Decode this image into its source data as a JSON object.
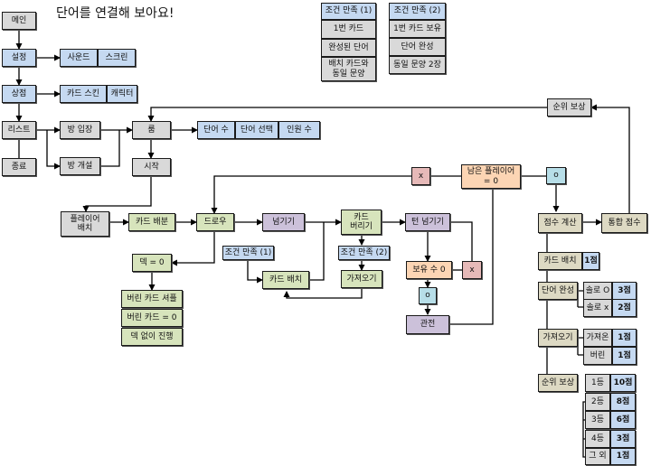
{
  "title": "단어를 연결해 보아요!",
  "nodes": {
    "main": "메인",
    "settings": "설정",
    "sound": "사운드",
    "screen": "스크린",
    "shop": "상점",
    "card_skin": "카드 스킨",
    "character": "캐릭터",
    "list": "리스트",
    "exit": "종료",
    "join_room": "방 입장",
    "create_room": "방 개설",
    "room": "룸",
    "word_count": "단어 수",
    "word_select": "단어 선택",
    "players": "인원 수",
    "start": "시작",
    "player_place": "플레이어\n배치",
    "deal": "카드 배분",
    "draw": "드로우",
    "pass": "넘기기",
    "discard": "카드\n버리기",
    "turn_pass": "턴 넘기기",
    "deck_zero": "덱 = 0",
    "cond1_tag": "조건 만족 (1)",
    "cond2_tag": "조건 만족 (2)",
    "place_card": "카드 배치",
    "take": "가져오기",
    "hold_zero": "보유 수 0",
    "x_hold": "x",
    "o_hold": "o",
    "spectate": "관전",
    "remaining": "남은 플레이어\n= 0",
    "x_remaining": "x",
    "o_remaining": "o",
    "score_calc": "점수 계산",
    "total_score": "통합 점수",
    "rank_reward_top": "순위 보상",
    "discard_shuffle": "버린 카드 셔플",
    "discard_zero": "버린 카드 = 0",
    "no_deck": "덱 없이 진행"
  },
  "legend1": {
    "header": "조건 만족 (1)",
    "rows": [
      "1번 카드",
      "완성된 단어",
      "배치 카드와\n동일 문양"
    ]
  },
  "legend2": {
    "header": "조건 만족 (2)",
    "rows": [
      "1번 카드 보유",
      "단어 완성",
      "동일 문양 2장"
    ]
  },
  "scores": {
    "card_place": {
      "label": "카드 배치",
      "value": "1점"
    },
    "word_complete": {
      "label": "단어 완성"
    },
    "solo_o": {
      "label": "솔로 O",
      "value": "3점"
    },
    "solo_x": {
      "label": "솔로 x",
      "value": "2점"
    },
    "take_label": {
      "label": "가져오기"
    },
    "taken": {
      "label": "가져온",
      "value": "1점"
    },
    "discarded": {
      "label": "버린",
      "value": "1점"
    },
    "rank_reward": {
      "label": "순위 보상"
    },
    "ranks": [
      {
        "label": "1등",
        "value": "10점"
      },
      {
        "label": "2등",
        "value": "8점"
      },
      {
        "label": "3등",
        "value": "6점"
      },
      {
        "label": "4등",
        "value": "3점"
      },
      {
        "label": "그 외",
        "value": "1점"
      }
    ]
  }
}
